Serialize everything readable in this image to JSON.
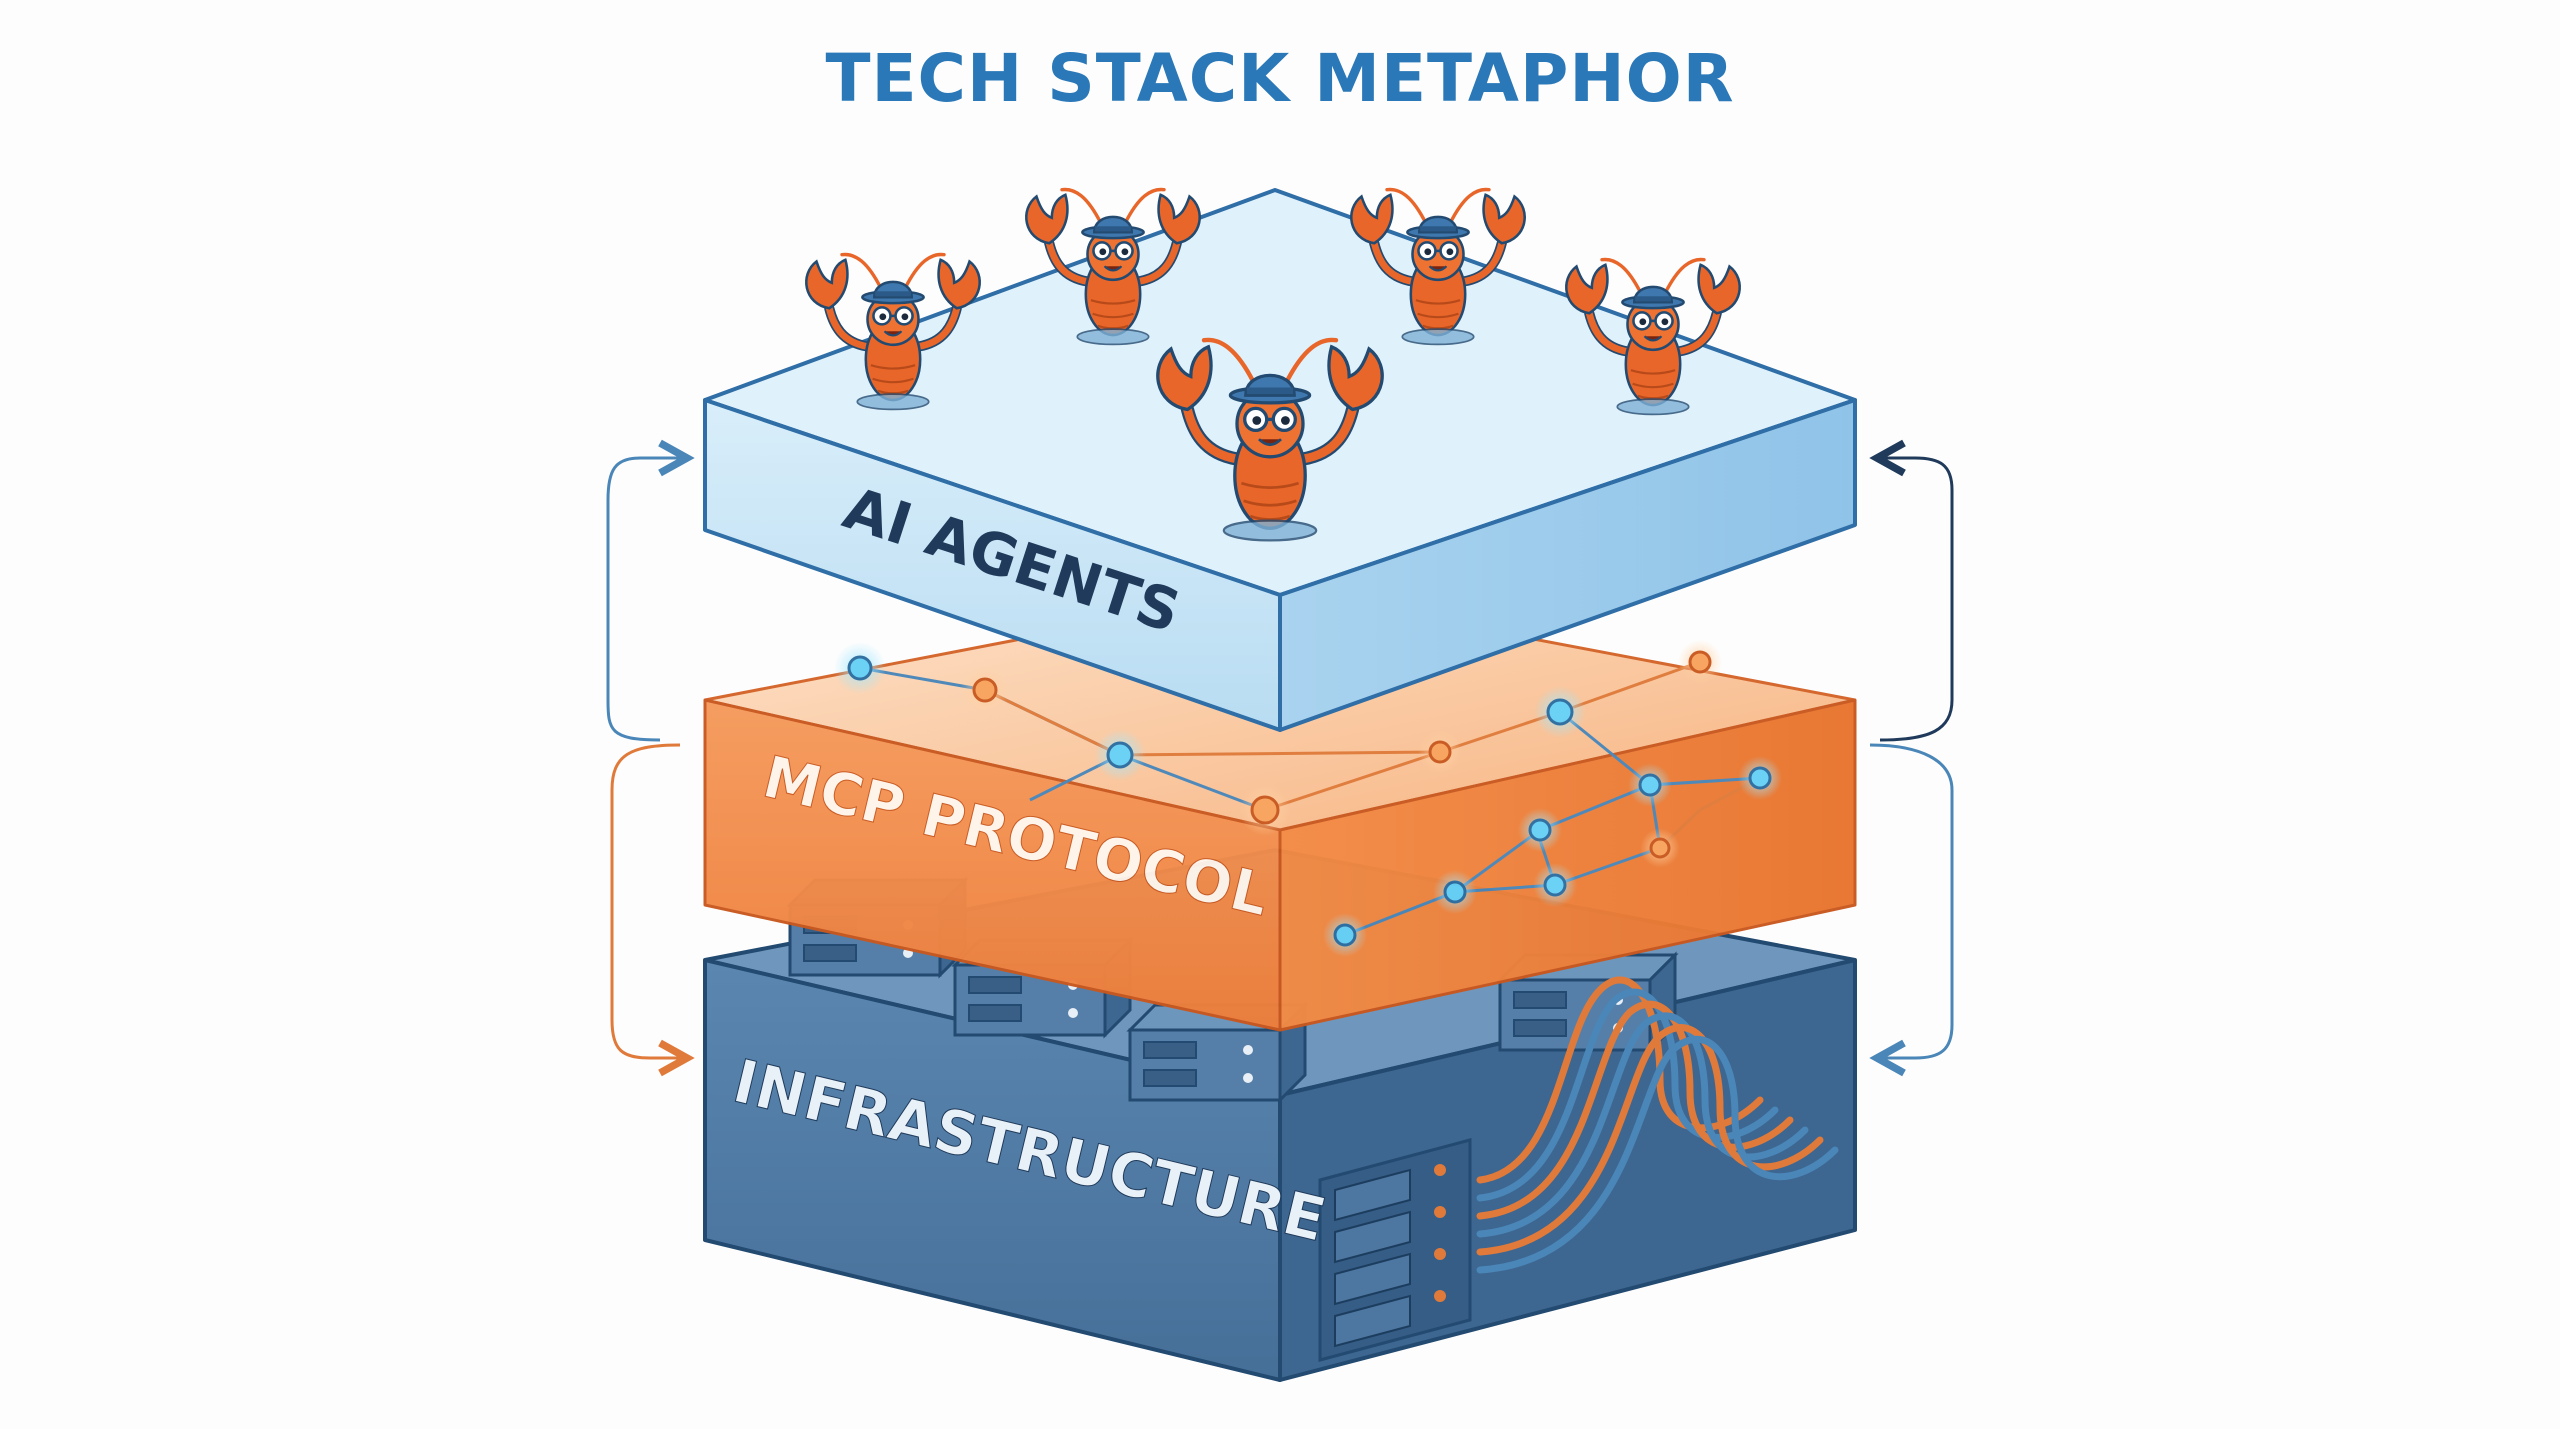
{
  "title": "TECH STACK METAPHOR",
  "layers": [
    {
      "label": "AI AGENTS",
      "color": "#cfe7f6"
    },
    {
      "label": "MCP PROTOCOL",
      "color": "#f08a45"
    },
    {
      "label": "INFRASTRUCTURE",
      "color": "#4d7aa4"
    }
  ],
  "colors": {
    "title": "#2a78b8",
    "outline": "#234a70",
    "arrow_blue": "#4a86b8",
    "arrow_orange": "#e07a3a",
    "arrow_dark": "#1f3a5a",
    "node_blue": "#67d0f5",
    "node_orange": "#f7a35c",
    "lobster": "#e8662a",
    "hat": "#3f78ae"
  },
  "agents": [
    {
      "name": "lobster-agent",
      "size": "small"
    },
    {
      "name": "lobster-agent",
      "size": "small"
    },
    {
      "name": "lobster-agent",
      "size": "small"
    },
    {
      "name": "lobster-agent",
      "size": "small"
    },
    {
      "name": "lobster-agent",
      "size": "large"
    }
  ]
}
